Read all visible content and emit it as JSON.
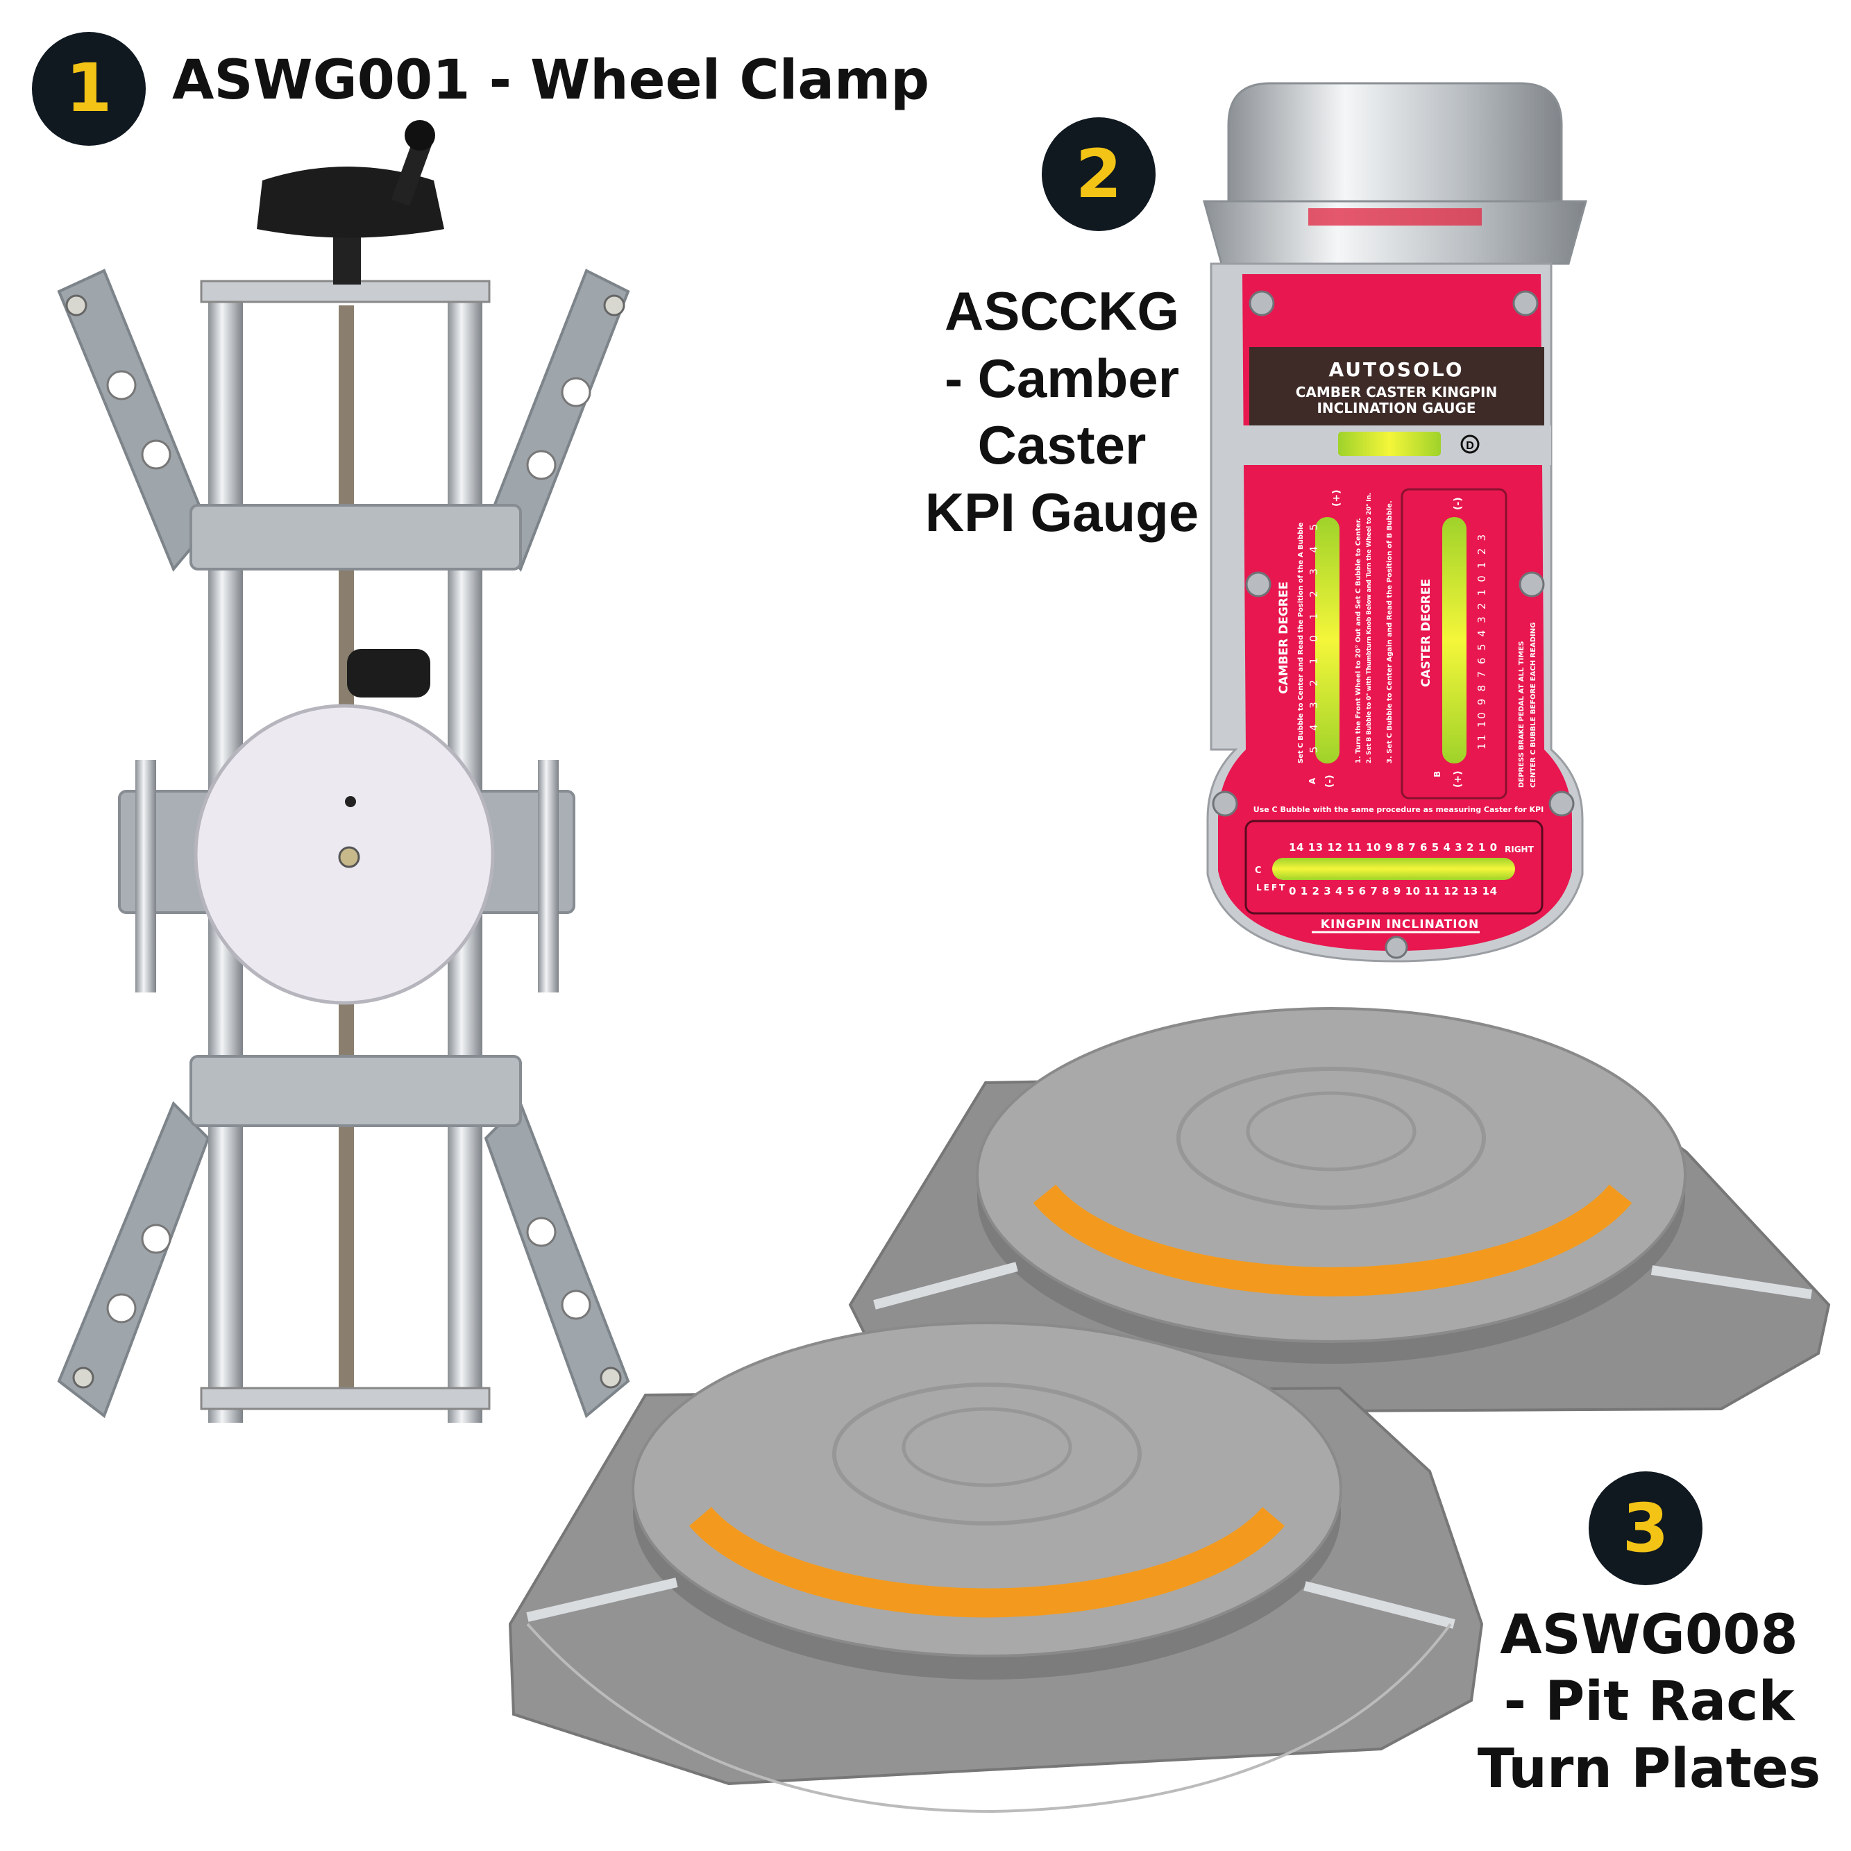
{
  "products": [
    {
      "badge": "1",
      "title": "ASWG001 - Wheel Clamp"
    },
    {
      "badge": "2",
      "title_lines": [
        "ASCCKG",
        "- Camber",
        "Caster",
        "KPI Gauge"
      ]
    },
    {
      "badge": "3",
      "title_lines": [
        "ASWG008",
        "- Pit Rack",
        "Turn Plates"
      ]
    }
  ],
  "gauge": {
    "brand": "AUTOSOLO",
    "name_lines": [
      "CAMBER CASTER KINGPIN",
      "INCLINATION GAUGE"
    ],
    "top_vial_label": "D",
    "camber_title": "CAMBER DEGREE",
    "camber_note": "Set C Bubble to Center and Read the Position of the A Bubble",
    "camber_scale": "5 4 3 2 1 0 1 2 3 4 5",
    "camber_minus": "(-)",
    "camber_plus": "(+)",
    "camber_vial_label": "A",
    "steps": [
      "1. Turn the Front Wheel to 20° Out and Set C Bubble to Center.",
      "2. Set B Bubble to 0° with Thumbturn Knob Below and Turn the Wheel to 20° In.",
      "3. Set C Bubble to Center Again and Read the Position of B Bubble."
    ],
    "caster_title": "CASTER DEGREE",
    "caster_scale": "11 10 9 8 7 6 5 4 3 2 1 0 1 2 3",
    "caster_minus": "(-)",
    "caster_plus": "(+)",
    "caster_vial_label": "B",
    "warning_lines": [
      "DEPRESS BRAKE PEDAL AT ALL TIMES",
      "CENTER C BUBBLE BEFORE EACH READING"
    ],
    "kpi_note": "Use C Bubble with the same procedure as measuring Caster for KPI",
    "kpi_top_scale": "14 13 12 11 10 9 8 7 6 5 4 3 2 1 0",
    "kpi_bottom_scale": "0 1 2 3 4 5 6 7 8 9 10 11 12 13 14",
    "kpi_right": "RIGHT",
    "kpi_left": "LEFT",
    "kpi_vial_label": "C",
    "kpi_title": "KINGPIN INCLINATION"
  },
  "colors": {
    "badge_bg": "#101820",
    "badge_fg": "#f3c316",
    "gauge_pink": "#e8174f",
    "gauge_brown": "#3e2b28",
    "turn_plate_orange": "#f39a1e"
  }
}
